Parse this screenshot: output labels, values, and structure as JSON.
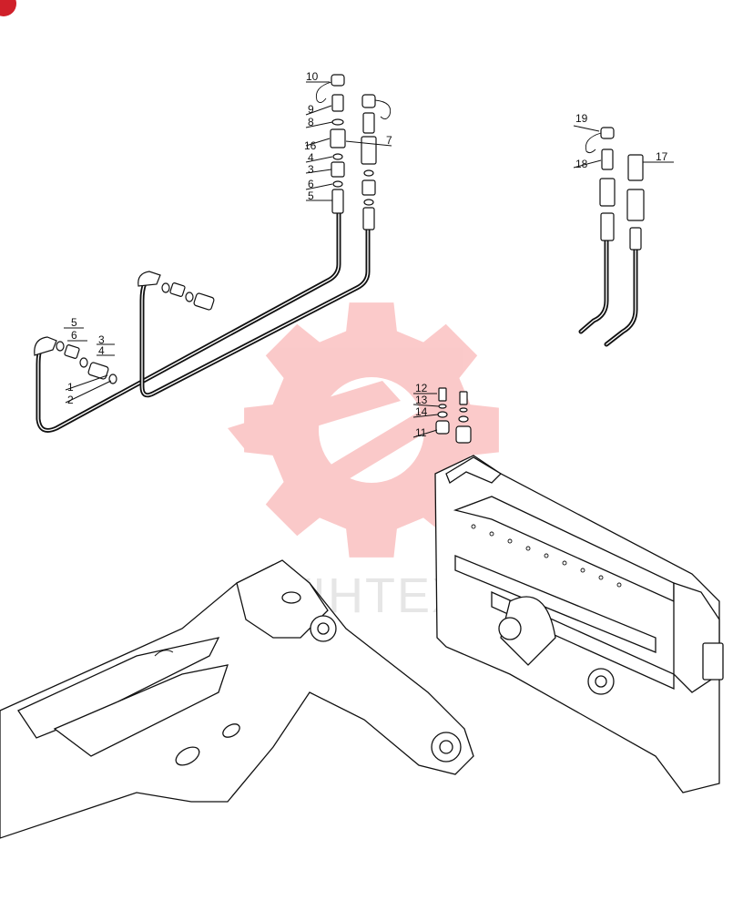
{
  "watermark": {
    "text": "VIHTEX",
    "color": "#f47b7b"
  },
  "corner_badge_color": "#d0202a",
  "callouts": [
    {
      "id": "c10",
      "text": "10"
    },
    {
      "id": "c9",
      "text": "9"
    },
    {
      "id": "c8",
      "text": "8"
    },
    {
      "id": "c16",
      "text": "16"
    },
    {
      "id": "c7",
      "text": "7"
    },
    {
      "id": "c4a",
      "text": "4"
    },
    {
      "id": "c3a",
      "text": "3"
    },
    {
      "id": "c6a",
      "text": "6"
    },
    {
      "id": "c5a",
      "text": "5"
    },
    {
      "id": "c5b",
      "text": "5"
    },
    {
      "id": "c6b",
      "text": "6"
    },
    {
      "id": "c3b",
      "text": "3"
    },
    {
      "id": "c4b",
      "text": "4"
    },
    {
      "id": "c1",
      "text": "1"
    },
    {
      "id": "c2",
      "text": "2"
    },
    {
      "id": "c19",
      "text": "19"
    },
    {
      "id": "c18",
      "text": "18"
    },
    {
      "id": "c17",
      "text": "17"
    },
    {
      "id": "c12",
      "text": "12"
    },
    {
      "id": "c13",
      "text": "13"
    },
    {
      "id": "c14",
      "text": "14"
    },
    {
      "id": "c11",
      "text": "11"
    }
  ]
}
